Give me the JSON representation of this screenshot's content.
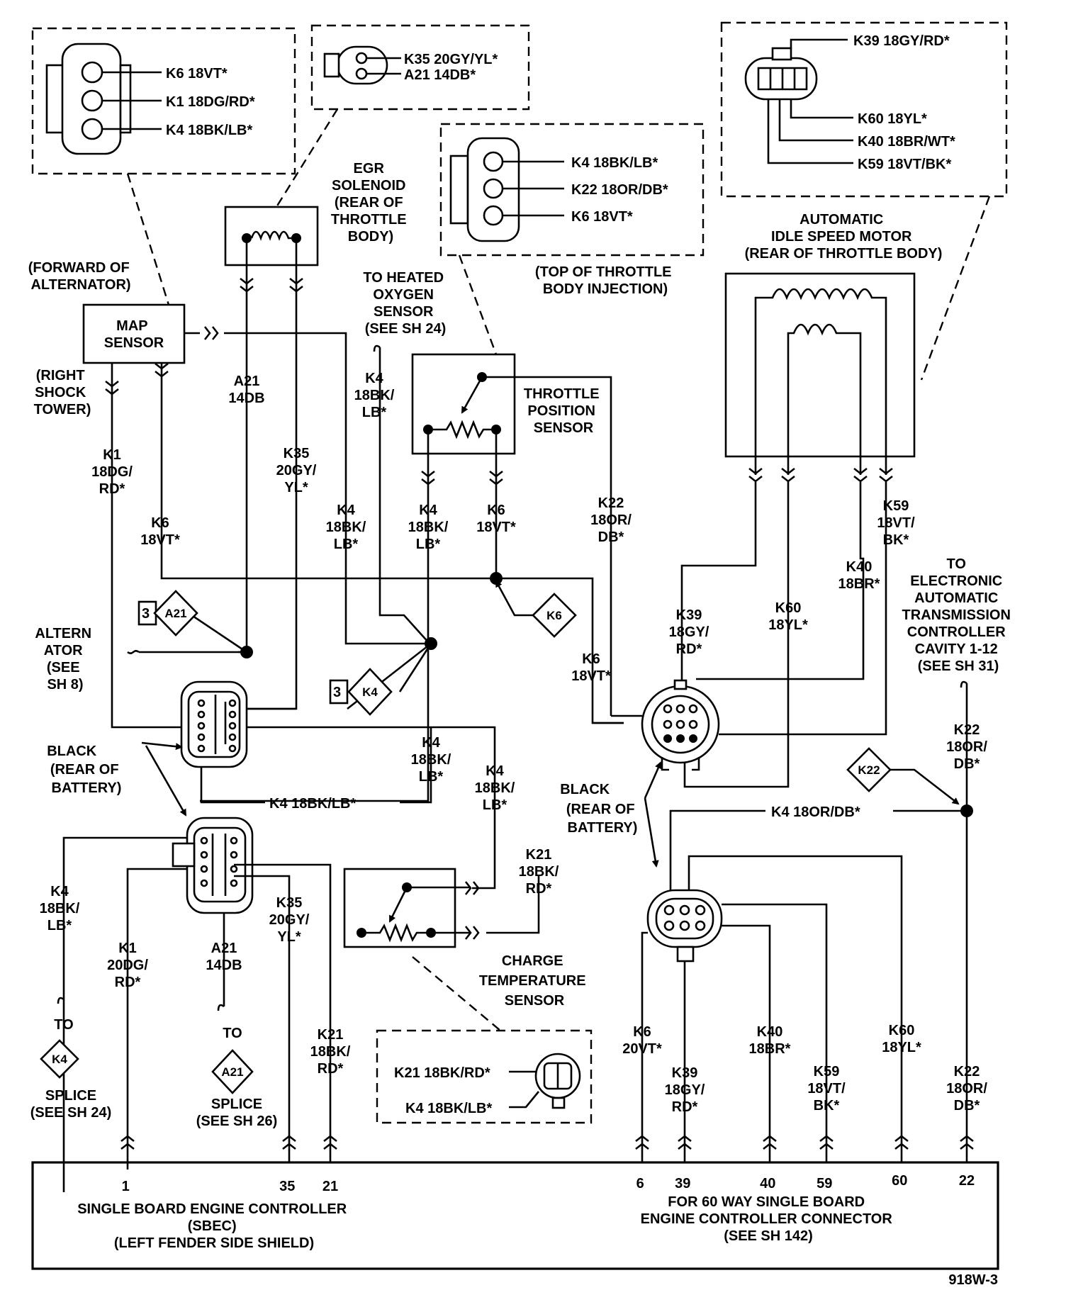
{
  "connector_views": {
    "map": [
      "K6 18VT*",
      "K1 18DG/RD*",
      "K4 18BK/LB*"
    ],
    "egr": [
      "K35 20GY/YL*",
      "A21 14DB*"
    ],
    "tps": [
      "K4 18BK/LB*",
      "K22 18OR/DB*",
      "K6 18VT*"
    ],
    "ais": [
      "K39 18GY/RD*",
      "K60 18YL*",
      "K40 18BR/WT*",
      "K59 18VT/BK*"
    ],
    "cts": [
      "K21 18BK/RD*",
      "K4 18BK/LB*"
    ]
  },
  "components": {
    "egr_solenoid": [
      "EGR",
      "SOLENOID",
      "(REAR OF",
      "THROTTLE",
      "BODY)"
    ],
    "tps_location": [
      "(TOP OF THROTTLE",
      "BODY INJECTION)"
    ],
    "ais_motor": [
      "AUTOMATIC",
      "IDLE SPEED MOTOR",
      "(REAR OF THROTTLE BODY)"
    ],
    "map_location": [
      "(FORWARD OF",
      "ALTERNATOR)"
    ],
    "map_sensor": [
      "MAP",
      "SENSOR"
    ],
    "to_oxygen": [
      "TO HEATED",
      "OXYGEN",
      "SENSOR",
      "(SEE SH 24)"
    ],
    "tps": [
      "THROTTLE",
      "POSITION",
      "SENSOR"
    ],
    "right_shock": [
      "(RIGHT",
      "SHOCK",
      "TOWER)"
    ],
    "alternator": [
      "ALTERN",
      "ATOR",
      "(SEE",
      "SH 8)"
    ],
    "black_left": [
      "BLACK",
      "(REAR OF",
      "BATTERY)"
    ],
    "black_right": [
      "BLACK",
      "(REAR OF",
      "BATTERY)"
    ],
    "to_eatc": [
      "TO",
      "ELECTRONIC",
      "AUTOMATIC",
      "TRANSMISSION",
      "CONTROLLER",
      "CAVITY 1-12",
      "(SEE SH 31)"
    ],
    "charge_temp": [
      "CHARGE",
      "TEMPERATURE",
      "SENSOR"
    ],
    "splice_k4": [
      "SPLICE",
      "(SEE SH 24)"
    ],
    "splice_a21": [
      "SPLICE",
      "(SEE SH 26)"
    ],
    "to_word": "TO"
  },
  "wires": {
    "map_k1": [
      "K1",
      "18DG/",
      "RD*"
    ],
    "map_k6": [
      "K6",
      "18VT*"
    ],
    "egr_a21": [
      "A21",
      "14DB"
    ],
    "egr_k35": [
      "K35",
      "20GY/",
      "YL*"
    ],
    "o2_k4": [
      "K4",
      "18BK/",
      "LB*"
    ],
    "k4_mid": [
      "K4",
      "18BK/",
      "LB*"
    ],
    "tps_k4": [
      "K4",
      "18BK/",
      "LB*"
    ],
    "tps_k6": [
      "K6",
      "18VT*"
    ],
    "tps_k22": [
      "K22",
      "18OR/",
      "DB*"
    ],
    "k4_lower": [
      "K4",
      "18BK/",
      "LB*"
    ],
    "k4_right": [
      "K4",
      "18BK/",
      "LB*"
    ],
    "k21_mid": [
      "K21",
      "18BK/",
      "RD*"
    ],
    "k4_horiz": "K4 18BK/LB*",
    "ais_k59": [
      "K59",
      "18VT/",
      "BK*"
    ],
    "ais_k40": [
      "K40",
      "18BR*"
    ],
    "ais_k39": [
      "K39",
      "18GY/",
      "RD*"
    ],
    "ais_k60": [
      "K60",
      "18YL*"
    ],
    "k6_right": [
      "K6",
      "18VT*"
    ],
    "eatc_k22": [
      "K22",
      "18OR/",
      "DB*"
    ],
    "k4_or": "K4 18OR/DB*",
    "bl_k4": [
      "K4",
      "18BK/",
      "LB*"
    ],
    "bl_k1": [
      "K1",
      "20DG/",
      "RD*"
    ],
    "bl_a21": [
      "A21",
      "14DB"
    ],
    "bl_k35": [
      "K35",
      "20GY/",
      "YL*"
    ],
    "bl_k21": [
      "K21",
      "18BK/",
      "RD*"
    ],
    "br_k6": [
      "K6",
      "20VT*"
    ],
    "br_k39": [
      "K39",
      "18GY/",
      "RD*"
    ],
    "br_k40": [
      "K40",
      "18BR*"
    ],
    "br_k59": [
      "K59",
      "18VT/",
      "BK*"
    ],
    "br_k60": [
      "K60",
      "18YL*"
    ],
    "br_k22": [
      "K22",
      "18OR/",
      "DB*"
    ]
  },
  "splice_tags": {
    "a21": "A21",
    "a21_num": "3",
    "k4": "K4",
    "k4_num": "3",
    "k6": "K6",
    "k22": "K22",
    "k4_bottom": "K4",
    "a21_bottom": "A21"
  },
  "controller": {
    "pins_left": [
      "1",
      "35",
      "21"
    ],
    "pins_right": [
      "6",
      "39",
      "40",
      "59",
      "60",
      "22"
    ],
    "sbec_title": [
      "SINGLE BOARD ENGINE CONTROLLER",
      "(SBEC)",
      "(LEFT FENDER SIDE SHIELD)"
    ],
    "connector_note": [
      "FOR 60 WAY SINGLE BOARD",
      "ENGINE CONTROLLER CONNECTOR",
      "(SEE SH 142)"
    ]
  },
  "figure_id": "918W-3"
}
